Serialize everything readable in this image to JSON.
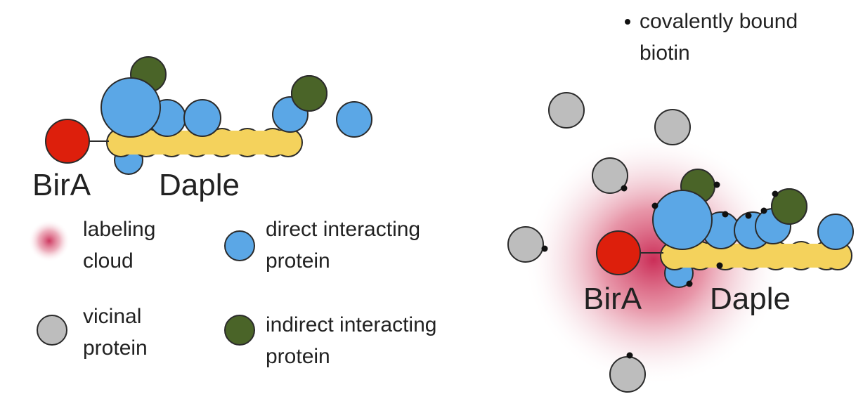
{
  "left_diagram": {
    "bait_label": "BirA",
    "target_label": "Daple"
  },
  "legend": {
    "labeling_cloud": [
      "labeling",
      "cloud"
    ],
    "direct_interacting": [
      "direct interacting",
      "protein"
    ],
    "vicinal": [
      "vicinal",
      "protein"
    ],
    "indirect_interacting": [
      "indirect interacting",
      "protein"
    ],
    "biotin": [
      "covalently bound",
      "biotin"
    ]
  },
  "right_diagram": {
    "bait_label": "BirA",
    "target_label": "Daple"
  },
  "colors": {
    "bira": "#dd1f0c",
    "daple": "#f4d25c",
    "direct": "#5ba7e6",
    "indirect": "#4a6428",
    "vicinal": "#bdbdbd",
    "cloud": "#d63a64",
    "biotin": "#111111",
    "outline": "#2b2b2b"
  }
}
